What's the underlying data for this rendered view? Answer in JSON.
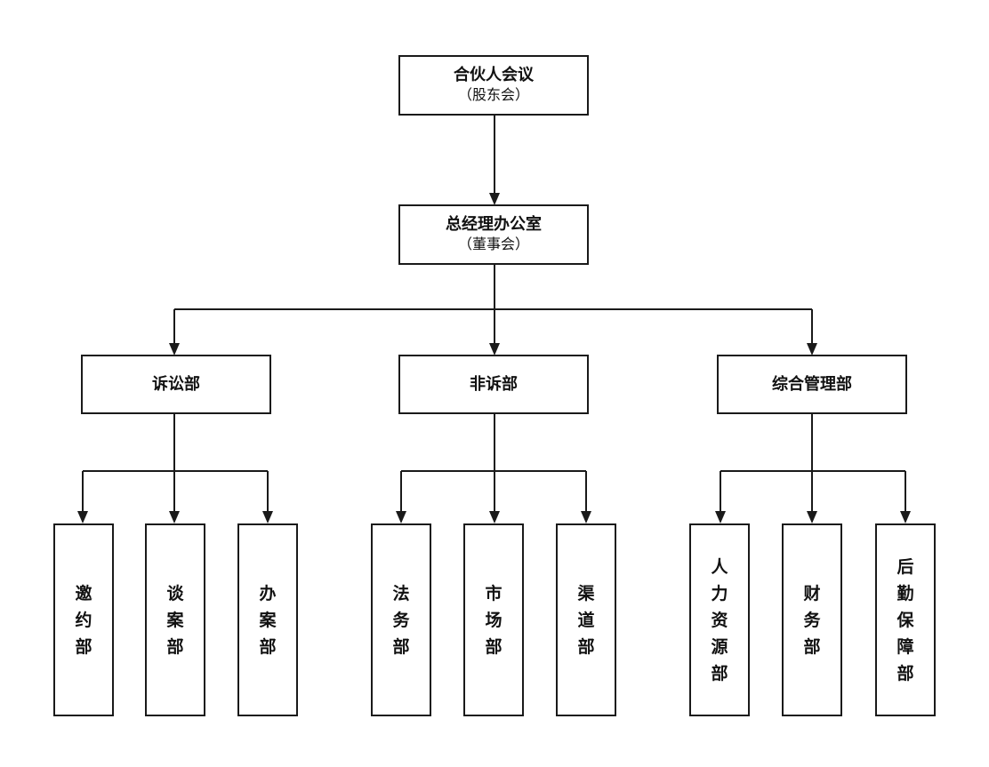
{
  "top": {
    "title": "合伙人会议",
    "sub": "（股东会）"
  },
  "gm": {
    "title": "总经理办公室",
    "sub": "（董事会）"
  },
  "departments": [
    {
      "name": "诉讼部",
      "units": [
        "邀约部",
        "谈案部",
        "办案部"
      ]
    },
    {
      "name": "非诉部",
      "units": [
        "法务部",
        "市场部",
        "渠道部"
      ]
    },
    {
      "name": "综合管理部",
      "units": [
        "人力资源部",
        "财务部",
        "后勤保障部"
      ]
    }
  ],
  "colors": {
    "line": "#1a1a1a",
    "box_border": "#1a1a1a",
    "background": "#ffffff"
  }
}
